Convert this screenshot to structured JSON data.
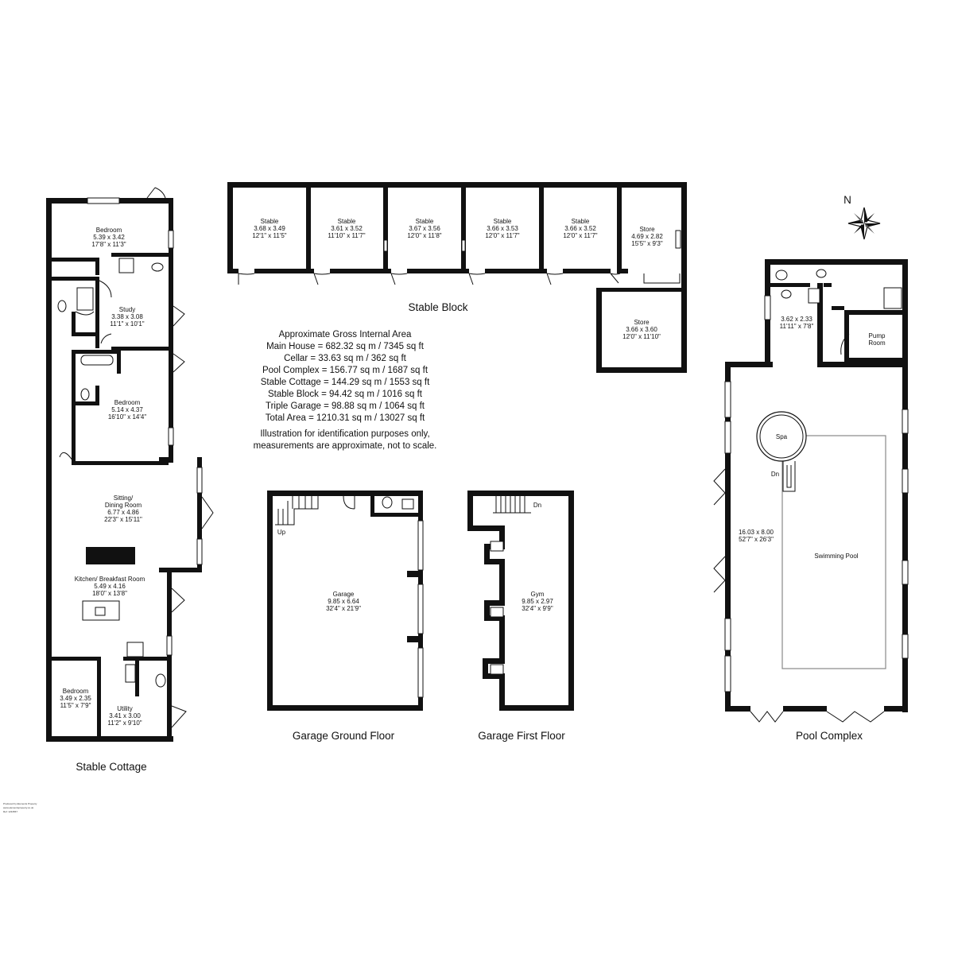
{
  "compass": {
    "letter": "N"
  },
  "area_summary": {
    "title": "Approximate Gross Internal Area",
    "lines": [
      "Main House = 682.32 sq m / 7345 sq ft",
      "Cellar = 33.63 sq m / 362 sq ft",
      "Pool Complex = 156.77 sq m / 1687 sq ft",
      "Stable Cottage = 144.29 sq m / 1553 sq ft",
      "Stable Block = 94.42 sq m / 1016 sq ft",
      "Triple Garage =  98.88 sq m / 1064 sq ft",
      "Total Area = 1210.31 sq m / 13027 sq ft"
    ],
    "disclaimer": [
      "Illustration for identification purposes only,",
      "measurements are approximate, not to scale."
    ]
  },
  "stable_block": {
    "caption": "Stable Block",
    "rooms": [
      {
        "name": "Stable",
        "metric": "3.68 x 3.49",
        "imperial": "12'1\" x 11'5\""
      },
      {
        "name": "Stable",
        "metric": "3.61 x 3.52",
        "imperial": "11'10\" x 11'7\""
      },
      {
        "name": "Stable",
        "metric": "3.67 x 3.56",
        "imperial": "12'0\" x 11'8\""
      },
      {
        "name": "Stable",
        "metric": "3.66 x 3.53",
        "imperial": "12'0\" x 11'7\""
      },
      {
        "name": "Stable",
        "metric": "3.66 x 3.52",
        "imperial": "12'0\" x 11'7\""
      },
      {
        "name": "Store",
        "metric": "4.69 x 2.82",
        "imperial": "15'5\" x 9'3\""
      },
      {
        "name": "Store",
        "metric": "3.66 x 3.60",
        "imperial": "12'0\" x 11'10\""
      }
    ]
  },
  "stable_cottage": {
    "caption": "Stable Cottage",
    "rooms": [
      {
        "name": "Bedroom",
        "metric": "5.39 x 3.42",
        "imperial": "17'8\" x 11'3\""
      },
      {
        "name": "Study",
        "metric": "3.38 x 3.08",
        "imperial": "11'1\" x 10'1\""
      },
      {
        "name": "Bedroom",
        "metric": "5.14 x 4.37",
        "imperial": "16'10\" x 14'4\""
      },
      {
        "name_lines": [
          "Sitting/",
          "Dining Room"
        ],
        "metric": "6.77 x 4.86",
        "imperial": "22'3\" x 15'11\""
      },
      {
        "name": "Kitchen/ Breakfast Room",
        "metric": "5.49 x 4.16",
        "imperial": "18'0\" x 13'8\""
      },
      {
        "name": "Bedroom",
        "metric": "3.49 x 2.35",
        "imperial": "11'5\" x 7'9\""
      },
      {
        "name": "Utility",
        "metric": "3.41 x 3.00",
        "imperial": "11'2\" x 9'10\""
      }
    ]
  },
  "garage_ground": {
    "caption": "Garage Ground Floor",
    "stair_label": "Up",
    "room": {
      "name": "Garage",
      "metric": "9.85 x 6.64",
      "imperial": "32'4\" x 21'9\""
    }
  },
  "garage_first": {
    "caption": "Garage First Floor",
    "stair_label": "Dn",
    "room": {
      "name": "Gym",
      "metric": "9.85 x 2.97",
      "imperial": "32'4\" x 9'9\""
    }
  },
  "pool_complex": {
    "caption": "Pool Complex",
    "spa_label": "Spa",
    "steps_label": "Dn",
    "pool_label": "Swimming Pool",
    "changing": {
      "metric": "3.62 x 2.33",
      "imperial": "11'11\" x 7'8\""
    },
    "pump_room_lines": [
      "Pump",
      "Room"
    ],
    "hall": {
      "metric": "16.03 x 8.00",
      "imperial": "52'7\" x 26'3\""
    }
  },
  "footer_note": {
    "lines": [
      "Produced by Elements Property",
      "www.elementsproperty.co.uk",
      "Ref: 1234567"
    ]
  }
}
